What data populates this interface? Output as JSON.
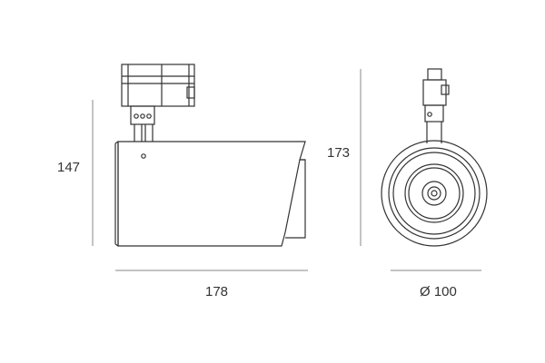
{
  "dimensions": {
    "side_height": "147",
    "total_height": "173",
    "length": "178",
    "diameter": "Ø 100"
  },
  "colors": {
    "outline": "#333333",
    "dimension_line": "#888888",
    "background": "#ffffff"
  }
}
